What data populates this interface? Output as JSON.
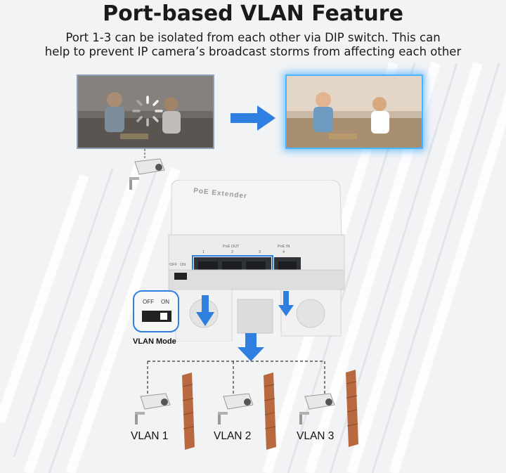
{
  "title": "Port-based VLAN Feature",
  "subtitle_line1": "Port 1-3 can be isolated from each other via DIP switch. This can",
  "subtitle_line2": "help to prevent IP camera’s broadcast storms from affecting each other",
  "device": {
    "name": "PoE Extender",
    "poe_out": "PoE OUT",
    "poe_in": "PoE IN",
    "ports": [
      "1",
      "2",
      "3",
      "4"
    ],
    "switch_off": "OFF",
    "switch_on": "ON"
  },
  "dip_zoom": {
    "off": "OFF",
    "on": "ON"
  },
  "vlan_mode": "VLAN Mode",
  "vlans": [
    "VLAN 1",
    "VLAN 2",
    "VLAN 3"
  ],
  "colors": {
    "arrow_blue": "#2f7fe0",
    "wall_brick": "#b9693f",
    "glow": "#49b4ff"
  },
  "icons": [
    "loading-spinner-icon",
    "arrow-right-icon",
    "arrow-down-icon",
    "security-camera-icon",
    "firewall-icon"
  ]
}
